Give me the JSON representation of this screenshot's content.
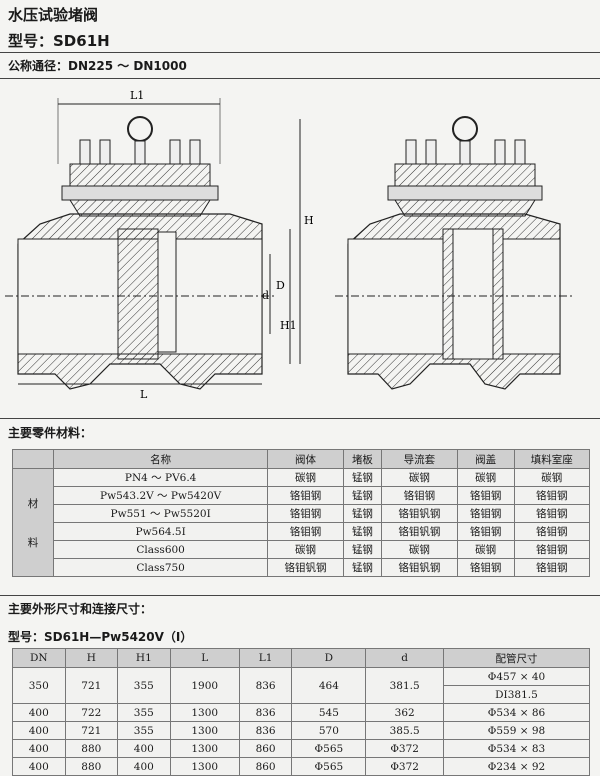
{
  "header": {
    "title": "水压试验堵阀",
    "model": "型号：SD61H",
    "nominal": "公称通径：DN225 ～ DN1000"
  },
  "drawing": {
    "labels": {
      "l1": "L1",
      "h": "H",
      "h1": "H1",
      "l": "L",
      "d": "d",
      "D": "D"
    }
  },
  "materials": {
    "section_title": "主要零件材料：",
    "side_label_1": "材",
    "side_label_2": "料",
    "headers": [
      "名称",
      "阀体",
      "堵板",
      "导流套",
      "阀盖",
      "填料室座"
    ],
    "rows": [
      [
        "PN4 ～ PV6.4",
        "碳钢",
        "锰钢",
        "碳钢",
        "碳钢",
        "碳钢"
      ],
      [
        "Pw543.2V ～ Pw5420V",
        "铬钼钢",
        "锰钢",
        "铬钼钢",
        "铬钼钢",
        "铬钼钢"
      ],
      [
        "Pw551 ～ Pw5520I",
        "铬钼钢",
        "锰钢",
        "铬钼钒钢",
        "铬钼钢",
        "铬钼钢"
      ],
      [
        "Pw564.5I",
        "铬钼钢",
        "锰钢",
        "铬钼钒钢",
        "铬钼钢",
        "铬钼钢"
      ],
      [
        "Class600",
        "碳钢",
        "锰钢",
        "碳钢",
        "碳钢",
        "铬钼钢"
      ],
      [
        "Class750",
        "铬钼钒钢",
        "锰钢",
        "铬钼钒钢",
        "铬钼钢",
        "铬钼钢"
      ]
    ]
  },
  "dimensions": {
    "section_title": "主要外形尺寸和连接尺寸：",
    "model_line": "型号：SD61H—Pw5420V（I）",
    "headers": [
      "DN",
      "H",
      "H1",
      "L",
      "L1",
      "D",
      "d",
      "配管尺寸"
    ],
    "rows": [
      [
        "350",
        "721",
        "355",
        "1900",
        "836",
        "464",
        "381.5",
        "Φ457 × 40"
      ],
      [
        "",
        "",
        "",
        "",
        "",
        "",
        "",
        "DI381.5"
      ],
      [
        "400",
        "722",
        "355",
        "1300",
        "836",
        "545",
        "362",
        "Φ534 × 86"
      ],
      [
        "400",
        "721",
        "355",
        "1300",
        "836",
        "570",
        "385.5",
        "Φ559 × 98"
      ],
      [
        "400",
        "880",
        "400",
        "1300",
        "860",
        "Φ565",
        "Φ372",
        "Φ534 × 83"
      ],
      [
        "400",
        "880",
        "400",
        "1300",
        "860",
        "Φ565",
        "Φ372",
        "Φ234 × 92"
      ]
    ]
  }
}
